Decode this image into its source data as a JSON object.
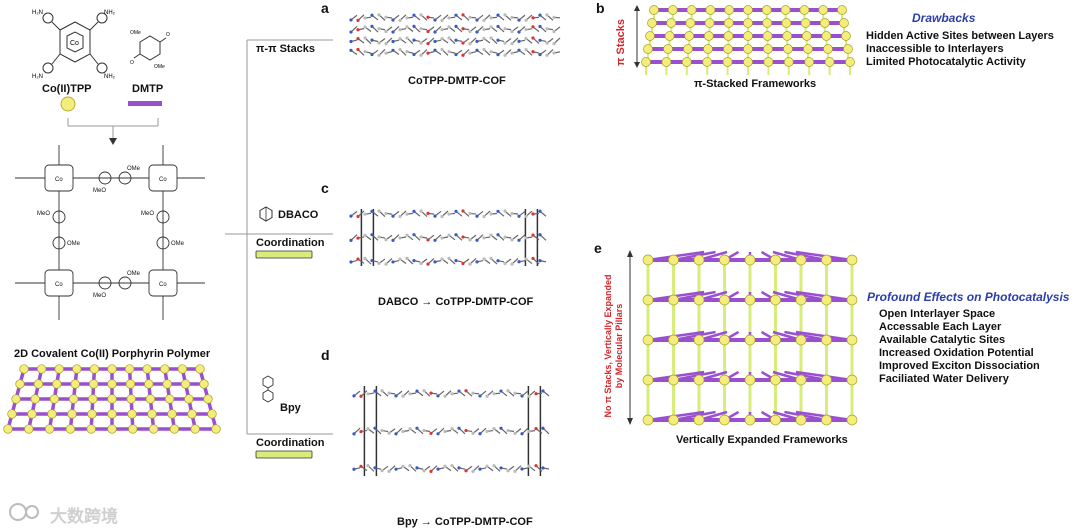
{
  "colors": {
    "yellow": "#f3ee7c",
    "purple": "#9a4fd0",
    "green": "#d8ec7a",
    "red": "#d2262b",
    "blue": "#2c3fa8"
  },
  "left": {
    "cotpp_label": "Co(II)TPP",
    "dmtp_label": "DMTP",
    "polymer_label": "2D Covalent Co(II) Porphyrin Polymer",
    "mol_texts": {
      "h2n": "H₂N",
      "nh2": "NH₂",
      "co": "Co",
      "n": "N",
      "ome": "OMe",
      "meo": "MeO",
      "o": "O"
    }
  },
  "flow": {
    "pi_stacks": "π-π Stacks",
    "dbaco": "DBACO",
    "coordination_c": "Coordination",
    "bpy": "Bpy",
    "coordination_d": "Coordination"
  },
  "panels": {
    "a": {
      "letter": "a",
      "caption": "CoTPP-DMTP-COF"
    },
    "c": {
      "letter": "c",
      "caption_prefix": "DABCO",
      "arrow": "→",
      "caption_suffix": "CoTPP-DMTP-COF"
    },
    "d": {
      "letter": "d",
      "caption_prefix": "Bpy",
      "arrow": "→",
      "caption_suffix": "CoTPP-DMTP-COF"
    },
    "b": {
      "letter": "b",
      "axis_label": "π Stacks",
      "caption": "π-Stacked Frameworks",
      "title": "Drawbacks",
      "items": [
        "Hidden Active Sites between Layers",
        "Inaccessible to Interlayers",
        "Limited Photocatalytic Activity"
      ]
    },
    "e": {
      "letter": "e",
      "axis_label_line1": "No π Stacks, Vertically Expanded",
      "axis_label_line2": "by Molecular Pillars",
      "caption": "Vertically Expanded Frameworks",
      "title": "Profound Effects on Photocatalysis",
      "items": [
        "Open Interlayer Space",
        "Accessable Each Layer",
        "Available Catalytic Sites",
        "Increased Oxidation Potential",
        "Improved Exciton Dissociation",
        "Faciliated Water Delivery"
      ]
    }
  },
  "watermark": "大数跨境"
}
